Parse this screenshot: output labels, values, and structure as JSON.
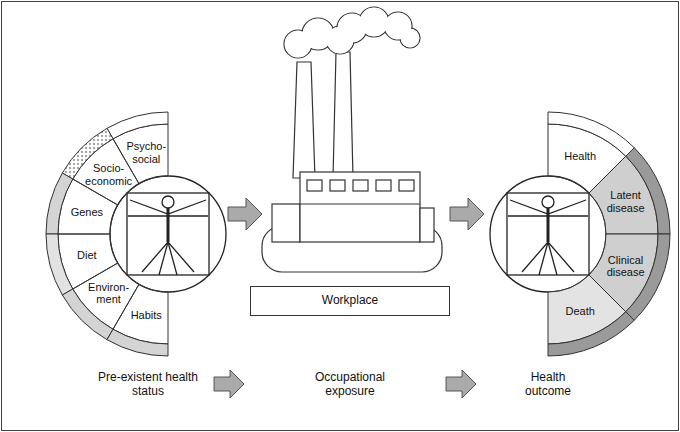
{
  "diagram": {
    "nodes": [
      {
        "text": [
          "Psycho- social"
        ]
      },
      {
        "text": [
          "Socio- economic"
        ]
      },
      {
        "text": [
          "Genes"
        ]
      },
      {
        "text": [
          "Diet"
        ]
      },
      {
        "text": [
          "Environ- ment"
        ]
      },
      {
        "text": [
          "Habits"
        ]
      },
      {
        "text": [
          "Workplace"
        ]
      },
      {
        "text": [
          "Health"
        ]
      },
      {
        "text": [
          "Latent disease"
        ]
      },
      {
        "text": [
          "Clinical disease"
        ]
      },
      {
        "text": [
          "Death"
        ]
      }
    ],
    "labels": [
      "Pre-existent health status",
      "Occupational exposure",
      "Health outcome"
    ]
  }
}
